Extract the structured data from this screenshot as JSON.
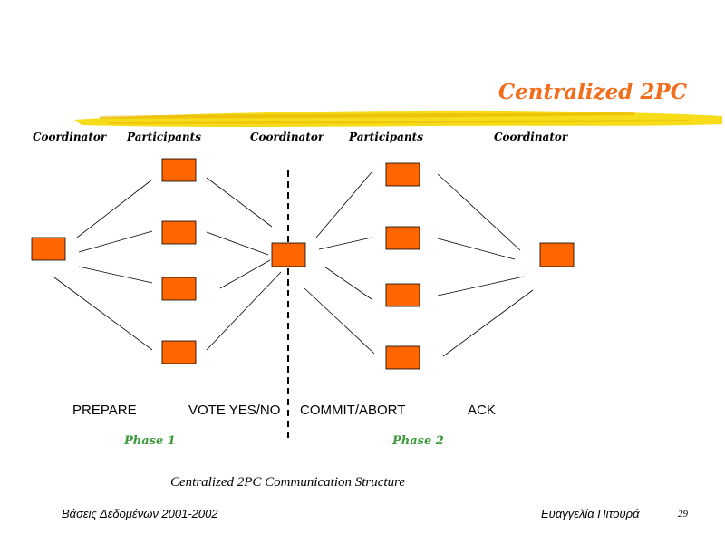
{
  "slide": {
    "title": "Centralized 2PC",
    "accent_color": "#f26d1c",
    "underline_color": "#f5d800"
  },
  "roles": {
    "coordinator_1": "Coordinator",
    "participants_1": "Participants",
    "coordinator_2": "Coordinator",
    "participants_2": "Participants",
    "coordinator_3": "Coordinator"
  },
  "messages": {
    "prepare": "PREPARE",
    "vote": "VOTE YES/NO",
    "commit_abort": "COMMIT/ABORT",
    "ack": "ACK"
  },
  "phases": {
    "phase1": "Phase 1",
    "phase2": "Phase 2",
    "color": "#3a9a3a"
  },
  "caption": "Centralized 2PC Communication Structure",
  "footer": {
    "left": "Βάσεις Δεδομένων 2001-2002",
    "right": "Ευαγγελία  Πιτουρά",
    "page": "29"
  },
  "node_color": "#ff6600"
}
